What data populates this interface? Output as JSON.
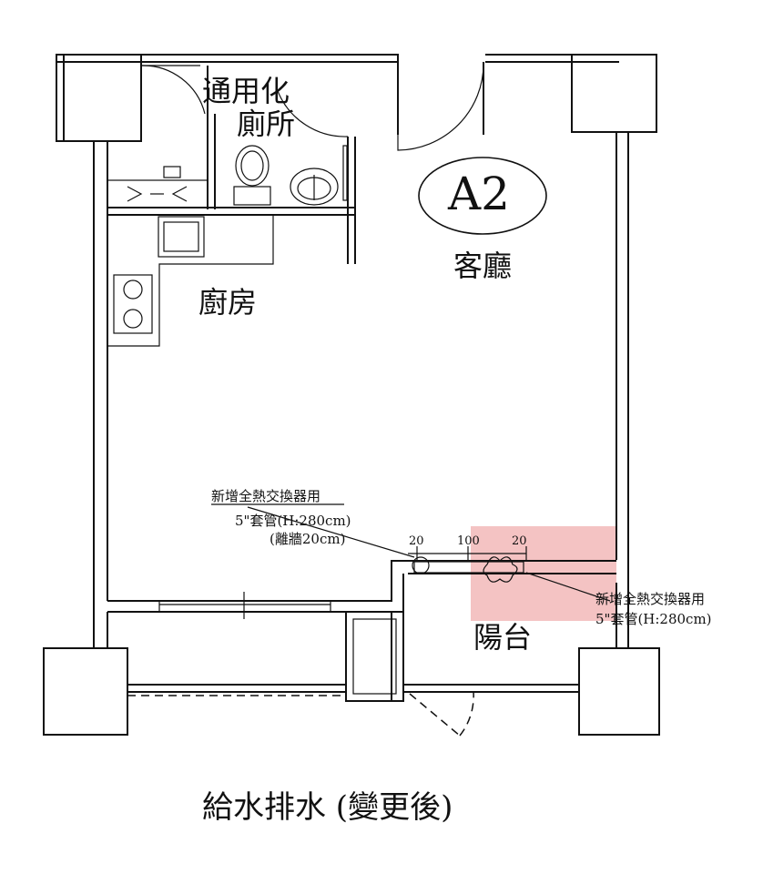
{
  "unit": {
    "badge": "A2",
    "rooms": {
      "toilet_line1": "通用化",
      "toilet_line2": "廁所",
      "kitchen": "廚房",
      "living": "客廳",
      "balcony": "陽台"
    }
  },
  "annotations": {
    "pipe_left": {
      "line1": "新增全熱交換器用",
      "line2": "5\"套管(H:280cm)",
      "line3": "(離牆20cm)"
    },
    "pipe_right": {
      "line1": "新增全熱交換器用",
      "line2": "5\"套管(H:280cm)"
    },
    "dims": {
      "left": "20",
      "middle": "100",
      "right": "20"
    }
  },
  "caption": "給水排水 (變更後)",
  "colors": {
    "highlight": "#f2b9b9",
    "walls": "#111111"
  }
}
